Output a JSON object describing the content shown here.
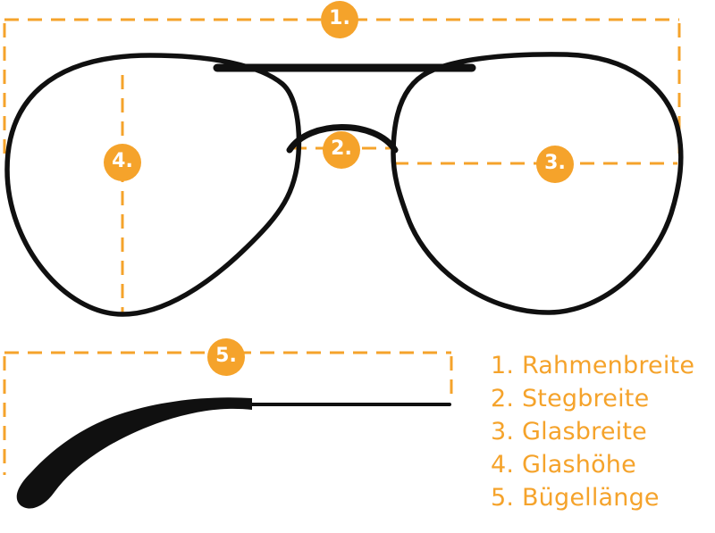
{
  "diagram": {
    "subject": "glasses-measurement-diagram"
  },
  "markers": [
    {
      "label": "1."
    },
    {
      "label": "2."
    },
    {
      "label": "3."
    },
    {
      "label": "4."
    },
    {
      "label": "5."
    }
  ],
  "legend": {
    "items": [
      {
        "text": "1. Rahmenbreite"
      },
      {
        "text": "2. Stegbreite"
      },
      {
        "text": "3. Glasbreite"
      },
      {
        "text": "4. Glashöhe"
      },
      {
        "text": "5. Bügellänge"
      }
    ]
  },
  "colors": {
    "accent": "#F5A32B",
    "frame": "#101010",
    "background": "#FFFFFF"
  }
}
